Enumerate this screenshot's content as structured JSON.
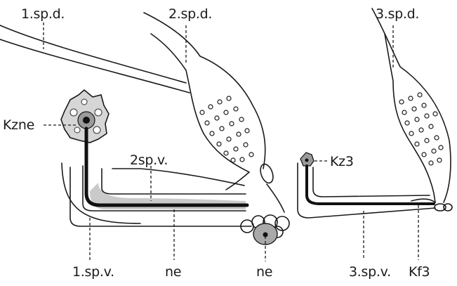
{
  "figure": {
    "labels": {
      "sp_d_1": "1.sp.d.",
      "sp_d_2": "2.sp.d.",
      "sp_d_3": "3.sp.d.",
      "kzne": "Kzne",
      "sp_v_2": "2sp.v.",
      "kz3": "Kz3",
      "sp_v_1": "1.sp.v.",
      "ne_1": "ne",
      "ne_2": "ne",
      "sp_v_3": "3.sp.v.",
      "kf3": "Kf3"
    },
    "colors": {
      "ink": "#1a1a1a",
      "background": "#ffffff",
      "stipple": "#8a8a8a"
    }
  }
}
